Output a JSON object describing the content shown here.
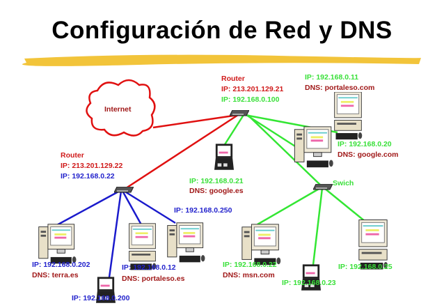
{
  "title": "Configuración de Red y DNS",
  "colors": {
    "wan": "#e01010",
    "lan_a": "#1a1acc",
    "lan_b": "#33e633",
    "accent_stroke": "#f0c030"
  },
  "internet": {
    "label": "Internet"
  },
  "router_main": {
    "name": "Router",
    "ip_public": "IP: 213.201.129.21",
    "ip_private": "IP: 192.168.0.100"
  },
  "router_secondary": {
    "name": "Router",
    "ip_public": "IP: 213.201.129.22",
    "ip_private": "IP: 192.168.0.22"
  },
  "switch": {
    "name": "Swich"
  },
  "hosts": {
    "h11": {
      "ip": "IP: 192.168.0.11",
      "dns": "DNS: portaleso.com"
    },
    "h20": {
      "ip": "IP: 192.168.0.20",
      "dns": "DNS: google.com"
    },
    "h21": {
      "ip": "IP: 192.168.0.21",
      "dns": "DNS: google.es"
    },
    "h250": {
      "ip": "IP: 192.168.0.250"
    },
    "h202": {
      "ip": "IP: 192.168.0.202",
      "dns": "DNS: terra.es"
    },
    "h200": {
      "ip": "IP: 192.168.0.200"
    },
    "h12": {
      "ip": "IP: 192.168.0.12",
      "dns": "DNS: portaleso.es"
    },
    "h22": {
      "ip": "IP: 192.168.0.22",
      "dns": "DNS: msn.com"
    },
    "h23": {
      "ip": "IP: 192.168.0.23"
    },
    "h25": {
      "ip": "IP: 192.168.0.25"
    }
  }
}
